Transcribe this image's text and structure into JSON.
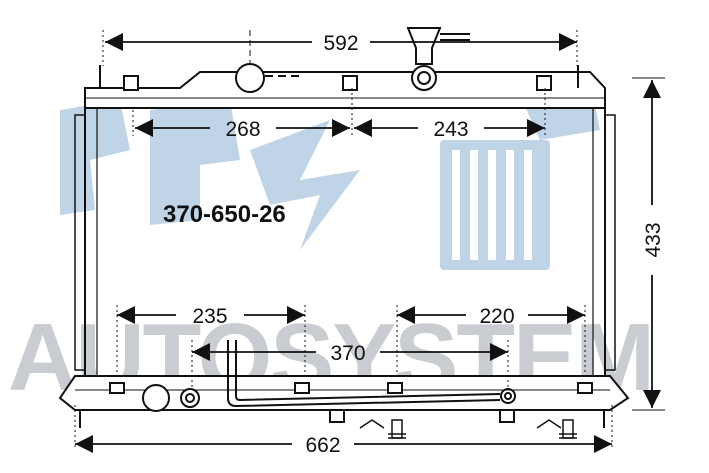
{
  "drawing": {
    "part_number": "370-650-26",
    "watermark": "AUTOSYSTEM",
    "colors": {
      "line": "#111111",
      "watermark": "#c9ccd0",
      "logo": "#b5cde3"
    },
    "dimensions": {
      "top_width": "592",
      "tank_left": "268",
      "tank_right": "243",
      "core_left": "235",
      "core_right": "220",
      "mount_span": "370",
      "overall_width": "662",
      "height": "433"
    }
  }
}
